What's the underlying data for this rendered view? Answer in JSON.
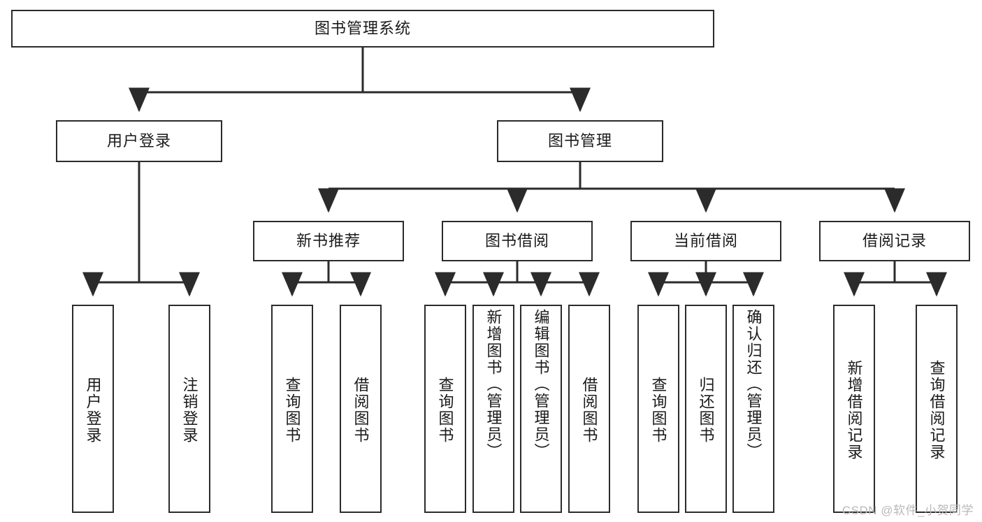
{
  "diagram": {
    "title": "图书管理系统",
    "type": "tree",
    "root": {
      "label": "图书管理系统"
    },
    "level2": [
      {
        "id": "user-login",
        "label": "用户登录"
      },
      {
        "id": "book-manage",
        "label": "图书管理"
      }
    ],
    "level3": [
      {
        "id": "new-book-recommend",
        "label": "新书推荐"
      },
      {
        "id": "book-borrow",
        "label": "图书借阅"
      },
      {
        "id": "current-borrow",
        "label": "当前借阅"
      },
      {
        "id": "borrow-record",
        "label": "借阅记录"
      }
    ],
    "leaves": {
      "user_login": [
        {
          "id": "leaf-user-login",
          "label": "用户登录",
          "align": "center"
        },
        {
          "id": "leaf-user-logout",
          "label": "注销登录",
          "align": "center"
        }
      ],
      "new_book_recommend": [
        {
          "id": "leaf-query-book-1",
          "label": "查询图书",
          "align": "center"
        },
        {
          "id": "leaf-borrow-book-1",
          "label": "借阅图书",
          "align": "center"
        }
      ],
      "book_borrow": [
        {
          "id": "leaf-query-book-2",
          "label": "查询图书",
          "align": "center"
        },
        {
          "id": "leaf-add-book",
          "label": "新增图书（管理员）",
          "align": "top"
        },
        {
          "id": "leaf-edit-book",
          "label": "编辑图书（管理员）",
          "align": "top"
        },
        {
          "id": "leaf-borrow-book-2",
          "label": "借阅图书",
          "align": "center"
        }
      ],
      "current_borrow": [
        {
          "id": "leaf-query-book-3",
          "label": "查询图书",
          "align": "center"
        },
        {
          "id": "leaf-return-book",
          "label": "归还图书",
          "align": "center"
        },
        {
          "id": "leaf-confirm-return",
          "label": "确认归还（管理员）",
          "align": "top"
        }
      ],
      "borrow_record": [
        {
          "id": "leaf-add-record",
          "label": "新增借阅记录",
          "align": "center"
        },
        {
          "id": "leaf-query-record",
          "label": "查询借阅记录",
          "align": "center"
        }
      ]
    },
    "watermark": "CSDN @软件_小贺同学",
    "colors": {
      "stroke": "#2b2b2b",
      "fill": "#ffffff",
      "text": "#1a1a1a",
      "watermark": "#b9b9b9"
    }
  }
}
